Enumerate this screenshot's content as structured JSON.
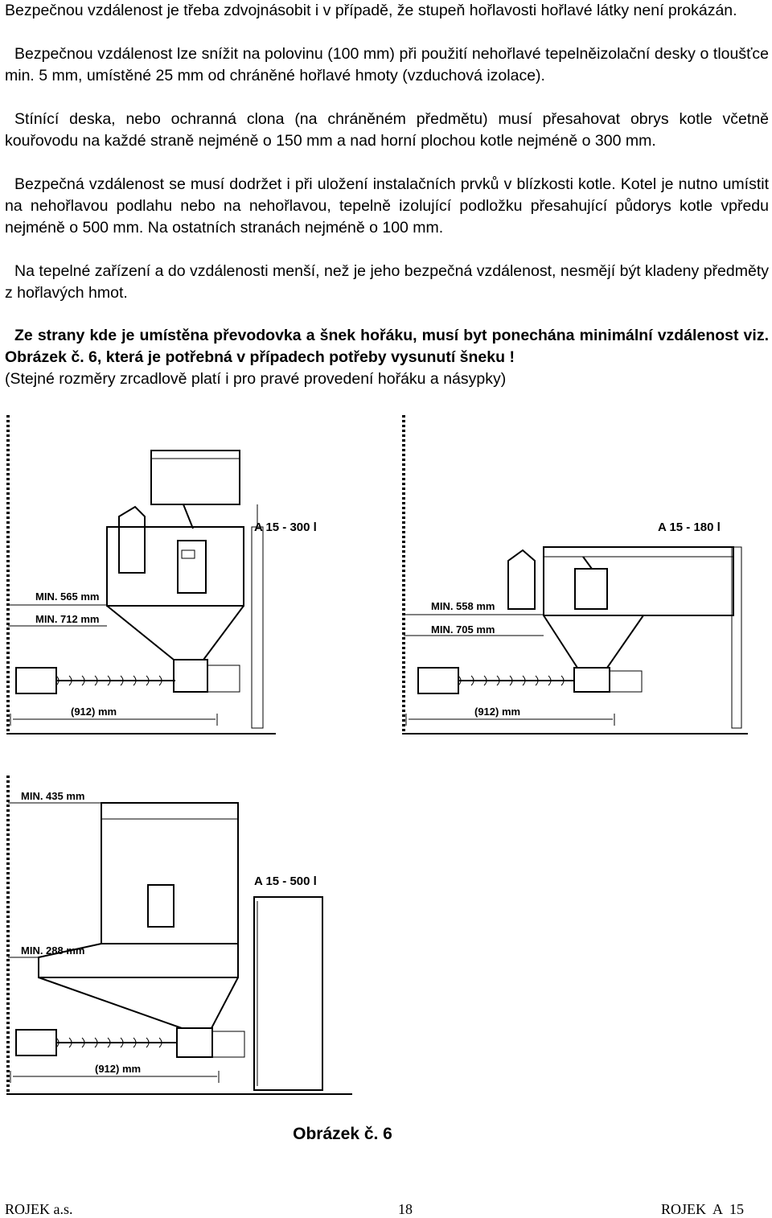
{
  "paragraphs": [
    "Bezpečnou vzdálenost je třeba zdvojnásobit i v případě, že stupeň hořlavosti hořlavé látky není prokázán.",
    "Bezpečnou vzdálenost lze snížit na polovinu (100 mm) při použití nehořlavé tepelněizolační desky o tloušťce min. 5 mm, umístěné 25 mm od chráněné hořlavé hmoty (vzduchová izolace).",
    "Stínící deska, nebo ochranná clona (na chráněném předmětu) musí přesahovat obrys kotle včetně kouřovodu na každé straně nejméně o 150 mm a nad horní plochou kotle nejméně o 300 mm.",
    "Bezpečná vzdálenost se musí dodržet i při uložení instalačních prvků v blízkosti kotle. Kotel je nutno umístit na nehořlavou podlahu nebo na nehořlavou, tepelně izolující podložku přesahující půdorys kotle vpředu nejméně o 500 mm. Na ostatních stranách nejméně o 100 mm.",
    "Na tepelné zařízení a do vzdálenosti menší, než je jeho bezpečná vzdálenost, nesmějí být kladeny předměty z hořlavých hmot."
  ],
  "notice": {
    "bold": "Ze strany kde je umístěna převodovka a šnek hořáku, musí byt ponechána minimální vzdálenost viz. Obrázek č. 6, která je potřebná v případech potřeby vysunutí šneku !",
    "normal": "(Stejné rozměry zrcadlově platí i pro pravé provedení hořáku a násypky)"
  },
  "figures": {
    "d1": {
      "model": "A 15 - 300 l",
      "min_a": "MIN. 565 mm",
      "min_b": "MIN. 712 mm",
      "dim": "(912) mm"
    },
    "d2": {
      "model": "A 15 - 180 l",
      "min_a": "MIN. 558 mm",
      "min_b": "MIN. 705 mm",
      "dim": "(912) mm"
    },
    "d3": {
      "model": "A 15 - 500 l",
      "min_a": "MIN. 435 mm",
      "min_b": "MIN. 288 mm",
      "dim": "(912) mm"
    }
  },
  "caption": "Obrázek č. 6",
  "footer": {
    "left": "ROJEK a.s.",
    "page": "18",
    "right": "ROJEK  A  15"
  }
}
